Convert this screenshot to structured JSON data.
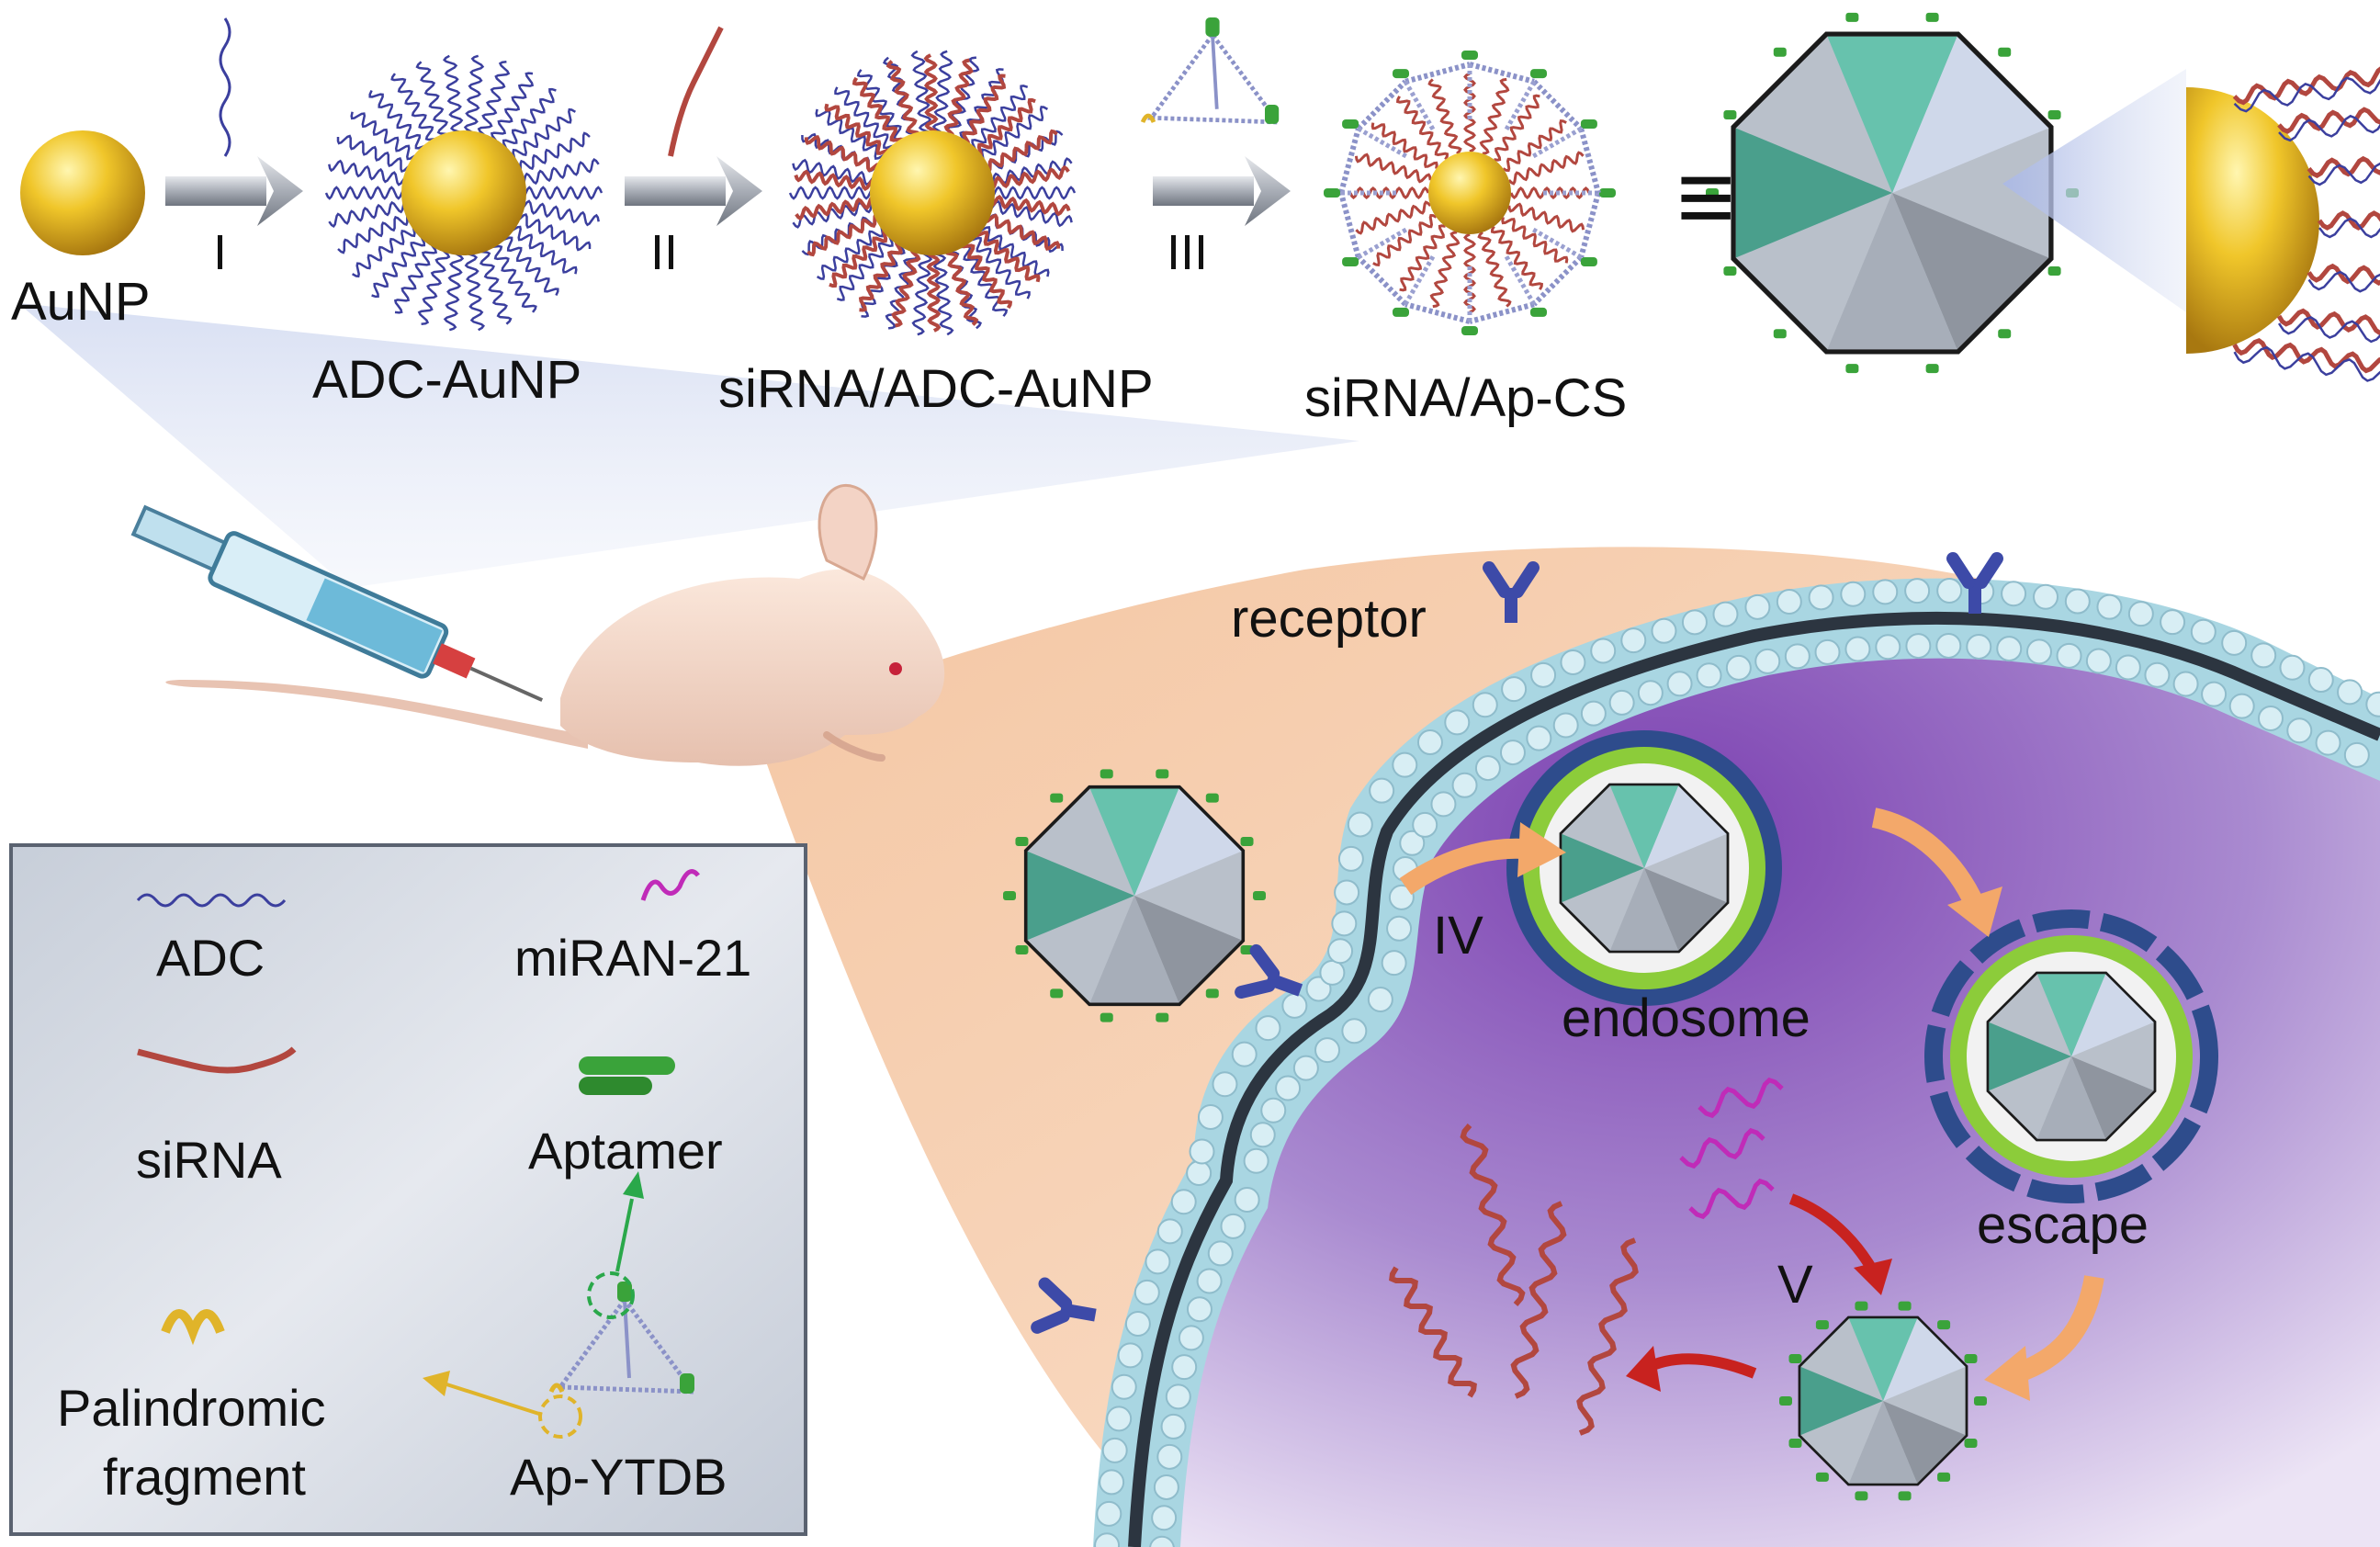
{
  "synthesis": {
    "nodes": {
      "aunp": "AuNP",
      "adc_aunp": "ADC-AuNP",
      "sirna_adc_aunp": "siRNA/ADC-AuNP",
      "sirna_apcs": "siRNA/Ap-CS"
    },
    "steps": {
      "s1": "I",
      "s2": "II",
      "s3": "III"
    },
    "equiv": "≡"
  },
  "cell": {
    "receptor": "receptor",
    "step4": "IV",
    "endosome": "endosome",
    "escape": "escape",
    "step5": "V"
  },
  "legend": {
    "adc": "ADC",
    "mirna": "miRAN-21",
    "sirna": "siRNA",
    "aptamer": "Aptamer",
    "palindromic_line1": "Palindromic",
    "palindromic_line2": "fragment",
    "apytdb": "Ap-YTDB"
  },
  "colors": {
    "gold": "#e5b41c",
    "adc_strand": "#3b3f9e",
    "sirna_strand": "#b2473f",
    "mirna_strand": "#c02bb8",
    "aptamer": "#3aa33a",
    "membrane": "#a9d6e2",
    "cytoplasm": "#9a6fc2",
    "endosome_ring": "#8ccc3a",
    "endosome_outer": "#2e4c8c",
    "arrow_orange": "#f3a86a",
    "arrow_red": "#c8221f",
    "legend_bg": "#d5dae2"
  }
}
